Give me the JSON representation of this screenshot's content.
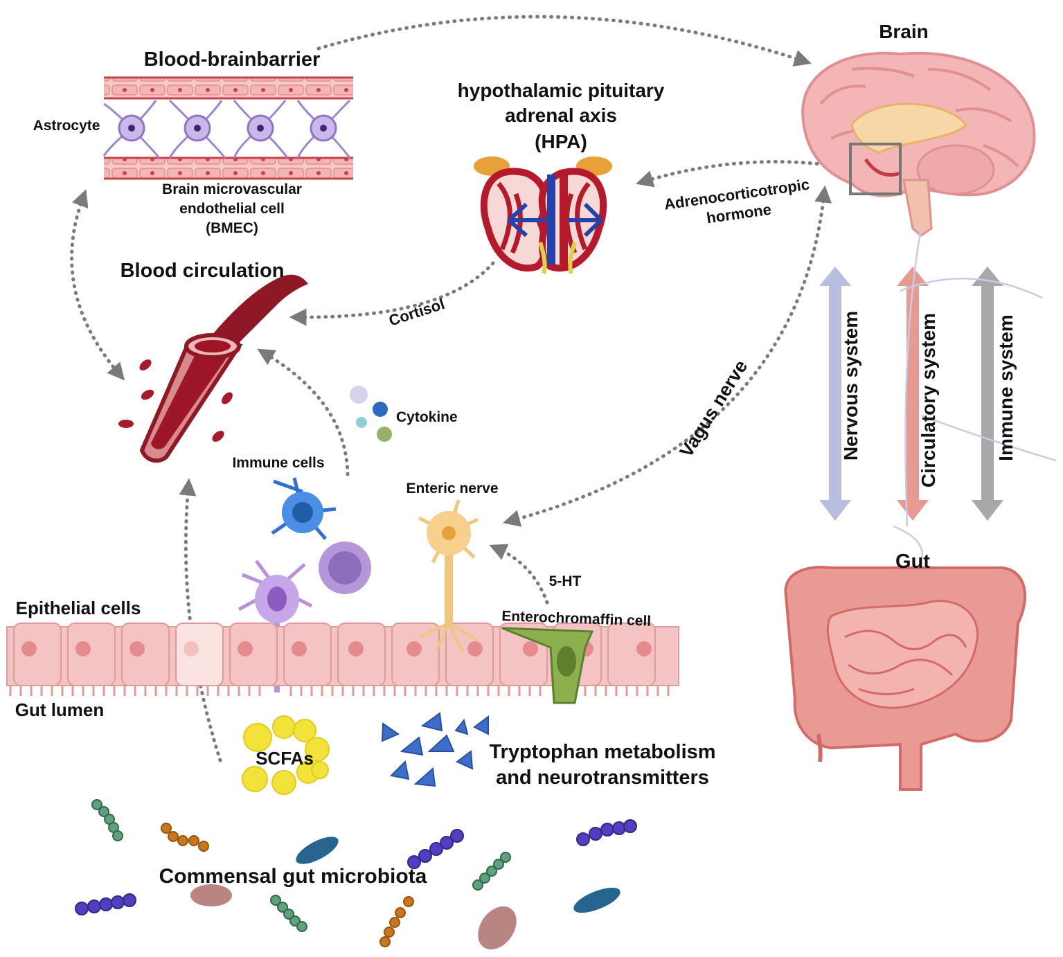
{
  "labels": {
    "brain": "Brain",
    "bbb": "Blood-brainbarrier",
    "astrocyte": "Astrocyte",
    "bmec_line1": "Brain microvascular",
    "bmec_line2": "endothelial cell",
    "bmec_line3": "(BMEC)",
    "hpa_line1": "hypothalamic pituitary",
    "hpa_line2": "adrenal axis",
    "hpa_line3": "(HPA)",
    "acth_line1": "Adrenocorticotropic",
    "acth_line2": "hormone",
    "blood_circulation": "Blood circulation",
    "cortisol": "Cortisol",
    "vagus_nerve": "Vagus nerve",
    "cytokine": "Cytokine",
    "immune_cells": "Immune cells",
    "enteric_nerve": "Enteric nerve",
    "five_ht": "5-HT",
    "enterochromaffin": "Enterochromaffin cell",
    "epithelial_cells": "Epithelial cells",
    "gut_lumen": "Gut lumen",
    "scfas": "SCFAs",
    "tryptophan_line1": "Tryptophan metabolism",
    "tryptophan_line2": "and neurotransmitters",
    "microbiota": "Commensal gut microbiota",
    "nervous_system": "Nervous system",
    "circulatory_system": "Circulatory system",
    "immune_system": "Immune system",
    "gut": "Gut"
  },
  "colors": {
    "nervous": "#b9bde0",
    "circulatory": "#e79b90",
    "immune": "#a8a8a8",
    "dotted_arrow": "#7a7a7a",
    "blood_red": "#a11a28",
    "epithelium": "#f4c2c2",
    "scfa_yellow": "#f2e23a",
    "tryptophan_blue": "#3d6ec9"
  }
}
